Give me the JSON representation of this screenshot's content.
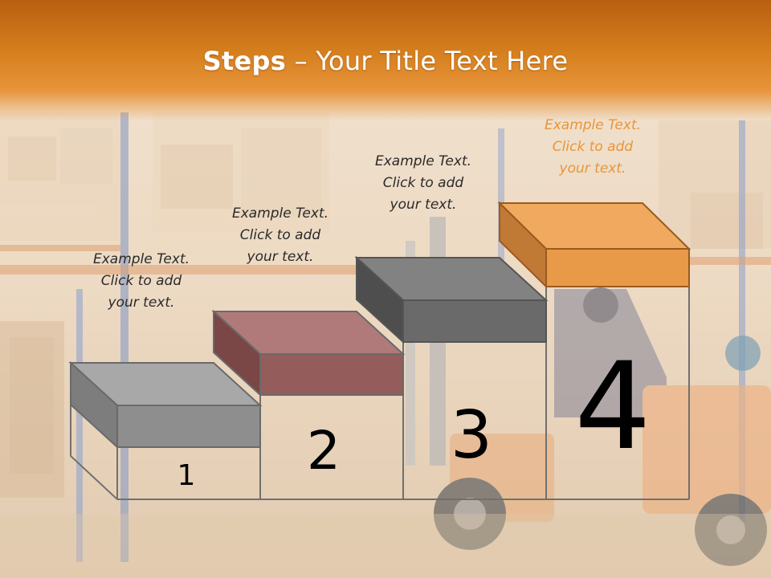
{
  "title": {
    "bold": "Steps",
    "separator": " – ",
    "rest": "Your Title Text Here"
  },
  "steps": [
    {
      "number": "1",
      "caption": [
        "Example Text.",
        "Click  to add",
        "your text."
      ],
      "color": "#8e8e8e"
    },
    {
      "number": "2",
      "caption": [
        "Example Text.",
        "Click  to add",
        "your text."
      ],
      "color": "#955c5c"
    },
    {
      "number": "3",
      "caption": [
        "Example Text.",
        "Click  to add",
        "your text."
      ],
      "color": "#6a6a6a"
    },
    {
      "number": "4",
      "caption": [
        "Example Text.",
        "Click  to add",
        "your text."
      ],
      "color": "#e89a48"
    }
  ],
  "colors": {
    "header": "#d6801f",
    "accent": "#e89a48"
  }
}
